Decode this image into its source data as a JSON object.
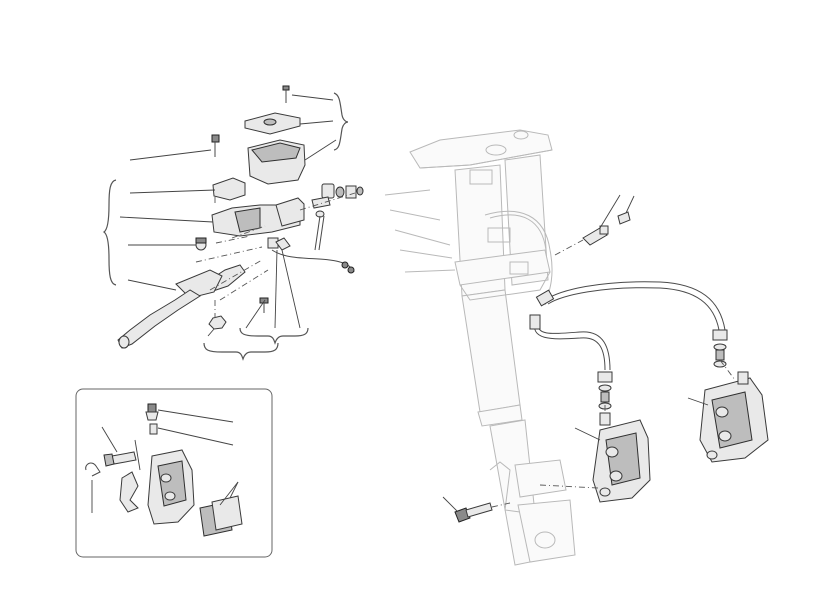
{
  "diagram": {
    "kind": "exploded-parts-view",
    "assemblies": [
      "front-brake-master-cylinder",
      "brake-lines-and-fork",
      "front-brake-caliper-detail"
    ],
    "colors": {
      "line": "#3a3a3a",
      "ghost": "#b9b9b9",
      "fill": "#e9e9e9",
      "inset_border": "#666666"
    }
  }
}
